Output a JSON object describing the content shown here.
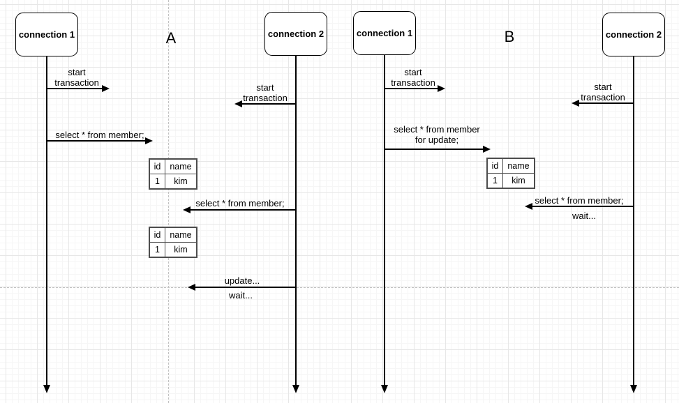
{
  "diagram_a": {
    "label": "A",
    "actors": {
      "left": "connection 1",
      "right": "connection 2"
    },
    "messages": {
      "start_tx_1": {
        "line1": "start",
        "line2": "transaction"
      },
      "start_tx_2": {
        "line1": "start",
        "line2": "transaction"
      },
      "select_1": "select * from member;",
      "select_2": "select * from member;",
      "update": "update...",
      "wait": "wait..."
    },
    "result_tables": {
      "first": {
        "col1_header": "id",
        "col2_header": "name",
        "col1_value": "1",
        "col2_value": "kim"
      },
      "second": {
        "col1_header": "id",
        "col2_header": "name",
        "col1_value": "1",
        "col2_value": "kim"
      }
    }
  },
  "diagram_b": {
    "label": "B",
    "actors": {
      "left": "connection 1",
      "right": "connection 2"
    },
    "messages": {
      "start_tx_1": {
        "line1": "start",
        "line2": "transaction"
      },
      "start_tx_2": {
        "line1": "start",
        "line2": "transaction"
      },
      "select_for_update": {
        "line1": "select * from member",
        "line2": "for update;"
      },
      "select": "select * from member;",
      "wait": "wait..."
    },
    "result_tables": {
      "first": {
        "col1_header": "id",
        "col2_header": "name",
        "col1_value": "1",
        "col2_value": "kim"
      }
    }
  }
}
